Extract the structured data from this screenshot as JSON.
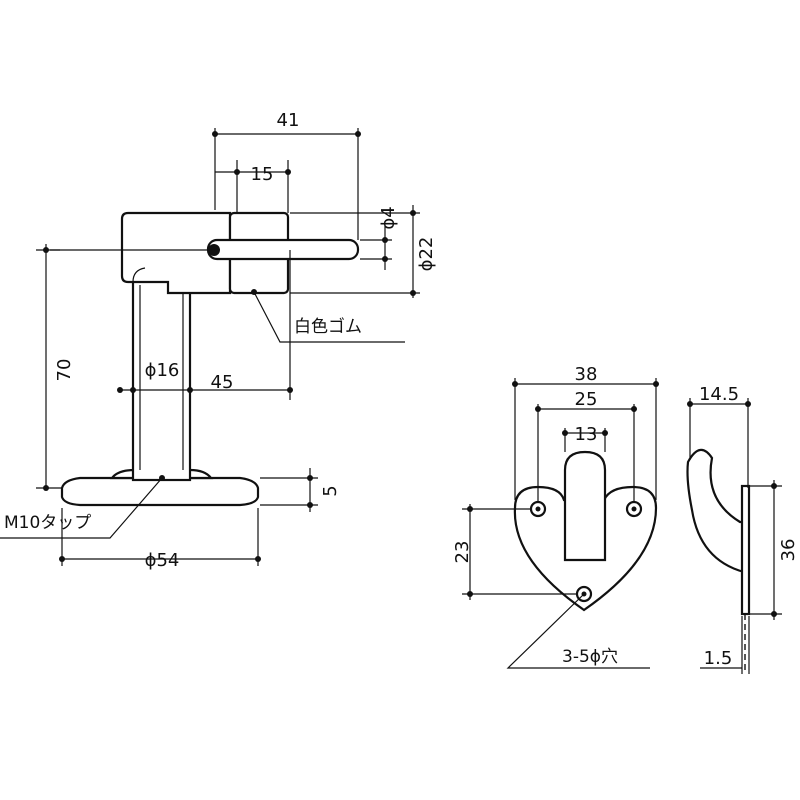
{
  "stand": {
    "dim_41": "41",
    "dim_15": "15",
    "dim_phi4": "ϕ4",
    "dim_phi22": "ϕ22",
    "rubber_label": "白色ゴム",
    "dim_70": "70",
    "dim_phi16": "ϕ16",
    "dim_45": "45",
    "dim_5": "5",
    "tap_label": "M10タップ",
    "dim_phi54": "ϕ54"
  },
  "bracket_front": {
    "dim_38": "38",
    "dim_25": "25",
    "dim_13": "13",
    "dim_23": "23",
    "holes_label": "3-5ϕ穴"
  },
  "bracket_side": {
    "dim_14_5": "14.5",
    "dim_36": "36",
    "dim_1_5": "1.5"
  }
}
